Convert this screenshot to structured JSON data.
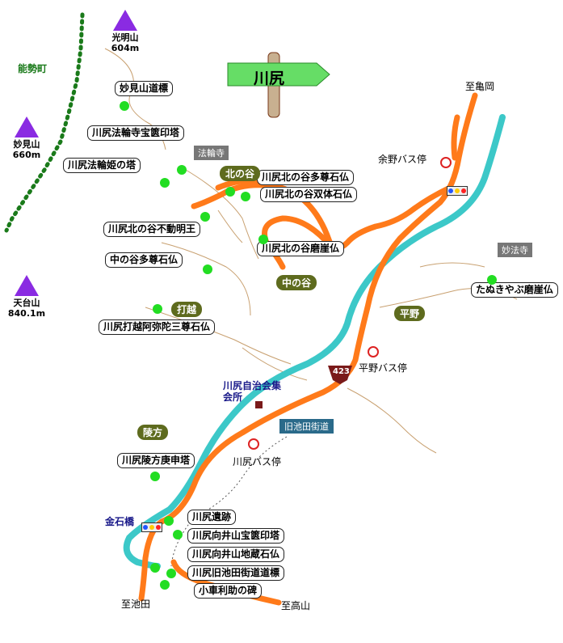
{
  "title": "川尻",
  "town": "能勢町",
  "mountains": [
    {
      "name": "光明山",
      "elev": "604m"
    },
    {
      "name": "妙見山",
      "elev": "660m"
    },
    {
      "name": "天台山",
      "elev": "840.1m"
    }
  ],
  "landmarks": [
    "妙見山道標",
    "川尻法輪寺宝篋印塔",
    "川尻法輪姫の塔",
    "川尻北の谷不動明王",
    "川尻北の谷多尊石仏",
    "川尻北の谷双体石仏",
    "川尻北の谷磨崖仏",
    "中の谷多尊石仏",
    "川尻打越阿弥陀三尊石仏",
    "川尻陵方庚申塔",
    "川尻遺跡",
    "川尻向井山宝篋印塔",
    "川尻向井山地蔵石仏",
    "川尻旧池田街道道標",
    "小車利助の碑",
    "たぬきやぶ磨崖仏"
  ],
  "areas": [
    "北の谷",
    "中の谷",
    "打越",
    "平野",
    "陵方"
  ],
  "temples": [
    "法輪寺",
    "妙法寺"
  ],
  "bus_stops": [
    "余野バス停",
    "平野バス停",
    "川尻バス停"
  ],
  "directions": [
    "至亀岡",
    "至池田",
    "至高山"
  ],
  "other": {
    "hall": "川尻自治会集会所",
    "old_road": "旧池田街道",
    "bridge": "金石橋",
    "route": "423"
  },
  "colors": {
    "road": "#ff7a1a",
    "river": "#3cc8c8",
    "trail": "#1a7a1a",
    "area": "#5e6b1e",
    "dot": "#22dd22"
  }
}
